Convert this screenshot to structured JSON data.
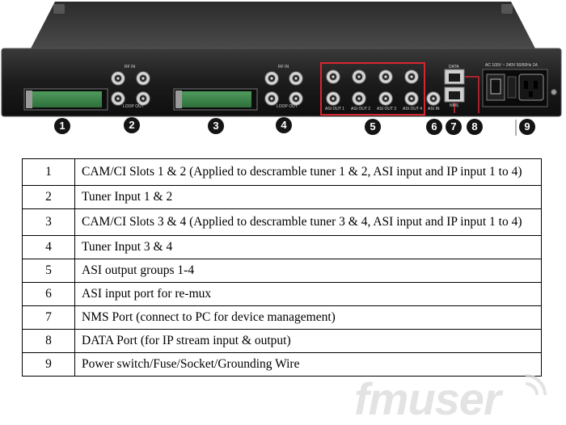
{
  "panel": {
    "callouts": [
      "1",
      "2",
      "3",
      "4",
      "5",
      "6",
      "7",
      "8",
      "9"
    ],
    "labels": {
      "rf_in": "RF IN",
      "loop_out": "LOOP OUT",
      "asi_out_1": "ASI OUT 1",
      "asi_out_2": "ASI OUT 2",
      "asi_out_3": "ASI OUT 3",
      "asi_out_4": "ASI OUT 4",
      "asi_in": "ASI IN",
      "data": "DATA",
      "nms": "NMS",
      "power_rating": "AC 100V ~ 240V 50/60Hz 2A"
    }
  },
  "table": {
    "rows": [
      {
        "num": "1",
        "desc": "CAM/CI Slots 1 & 2 (Applied to descramble tuner 1 & 2, ASI input and IP input 1 to 4)"
      },
      {
        "num": "2",
        "desc": "Tuner Input 1 & 2"
      },
      {
        "num": "3",
        "desc": "CAM/CI Slots 3 & 4 (Applied to descramble tuner 3 & 4, ASI input and IP input 1 to 4)"
      },
      {
        "num": "4",
        "desc": "Tuner Input 3 & 4"
      },
      {
        "num": "5",
        "desc": "ASI output groups 1-4"
      },
      {
        "num": "6",
        "desc": "ASI input port for re-mux"
      },
      {
        "num": "7",
        "desc": "NMS Port (connect to PC for device management)"
      },
      {
        "num": "8",
        "desc": "DATA Port (for IP stream input & output)"
      },
      {
        "num": "9",
        "desc": "Power switch/Fuse/Socket/Grounding Wire"
      }
    ]
  },
  "watermark": {
    "text": "fmuser"
  }
}
